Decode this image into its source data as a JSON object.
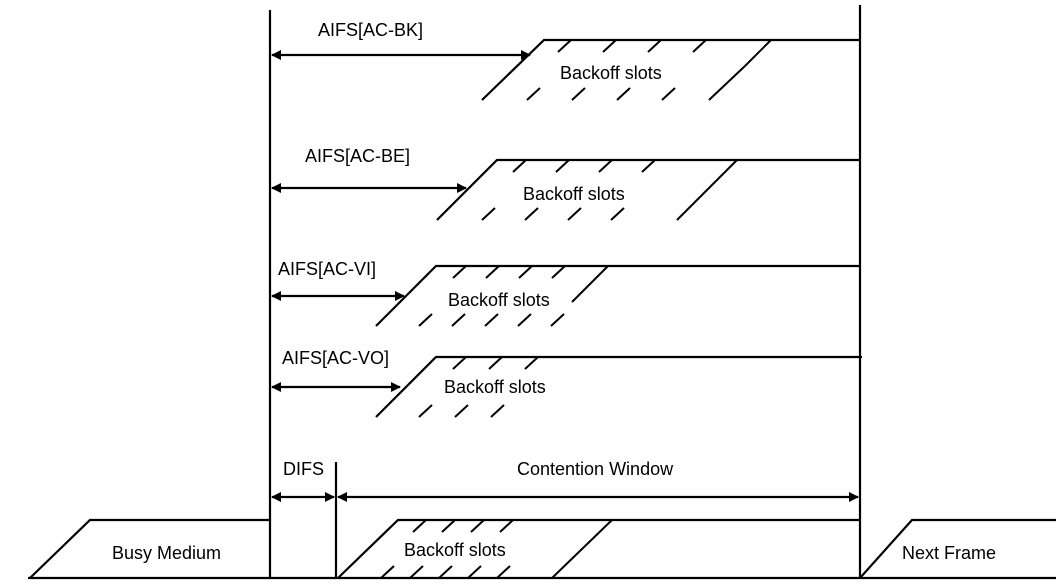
{
  "rows": [
    {
      "aifs_label": "AIFS[AC-BK]",
      "slots_label": "Backoff slots"
    },
    {
      "aifs_label": "AIFS[AC-BE]",
      "slots_label": "Backoff slots"
    },
    {
      "aifs_label": "AIFS[AC-VI]",
      "slots_label": "Backoff slots"
    },
    {
      "aifs_label": "AIFS[AC-VO]",
      "slots_label": "Backoff slots"
    }
  ],
  "difs_label": "DIFS",
  "contention_window_label": "Contention Window",
  "busy_medium_label": "Busy Medium",
  "bottom_slots_label": "Backoff slots",
  "next_frame_label": "Next Frame"
}
